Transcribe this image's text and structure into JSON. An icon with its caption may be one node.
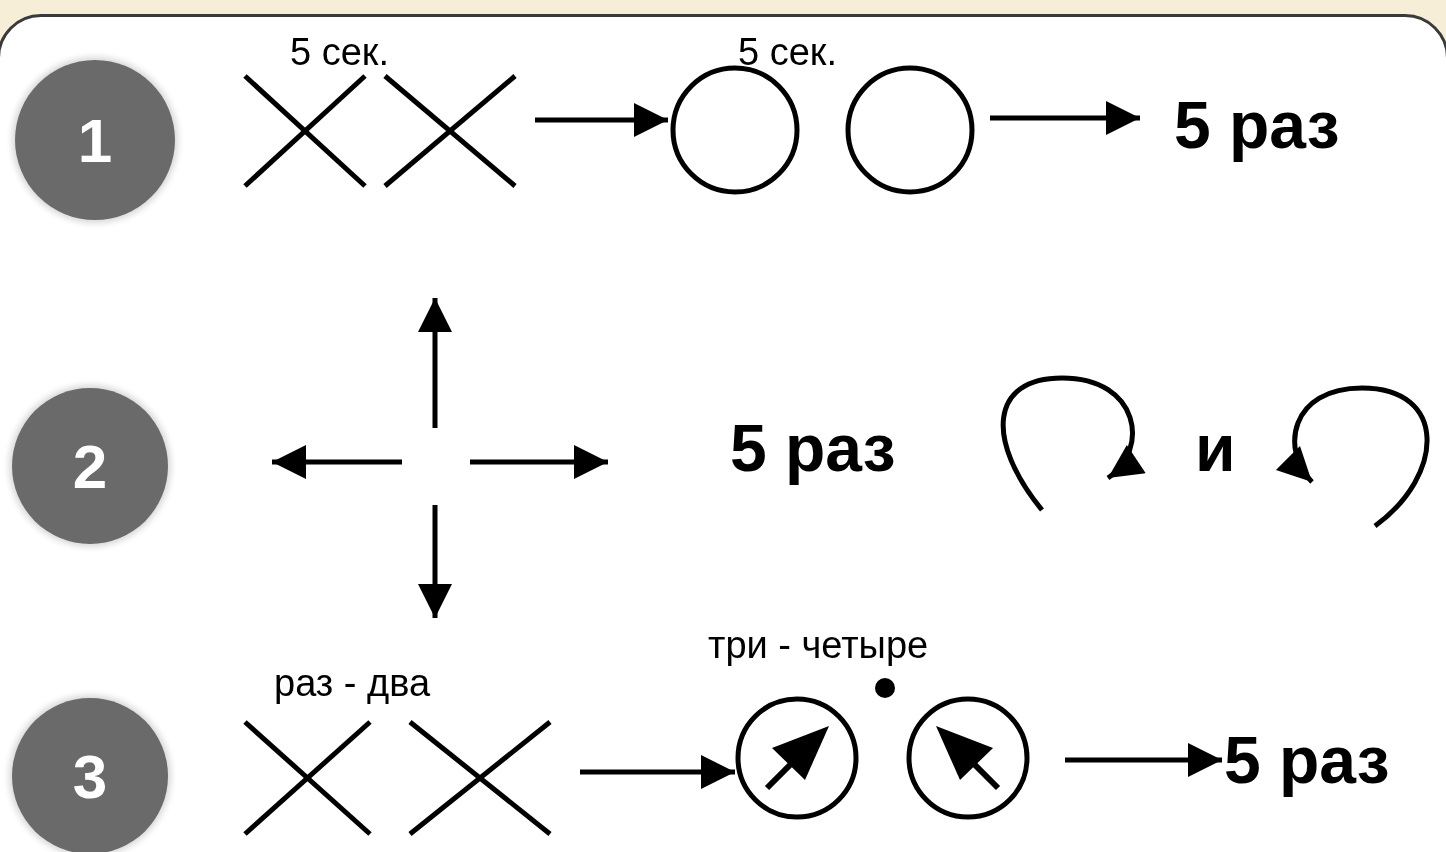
{
  "diagram": {
    "nodes": [
      {
        "text": [
          "1"
        ]
      },
      {
        "text": [],
        "shape": "cross",
        "beside": [
          "5 сек."
        ]
      },
      {
        "text": [],
        "shape": "circle",
        "beside": [
          "5 сек."
        ]
      },
      {
        "text": [
          "5 раз"
        ]
      },
      {
        "text": [
          "2"
        ]
      },
      {
        "text": [
          "3"
        ]
      },
      {
        "text": [],
        "shape": "cross",
        "beside": [
          "раз - два"
        ]
      },
      {
        "text": [],
        "shape": "circle",
        "beside": [
          "три - четыре"
        ]
      },
      {
        "text": [
          "5 раз"
        ]
      }
    ],
    "edges": [
      {
        "from": 1,
        "to": 2,
        "arrow": "to"
      },
      {
        "from": 2,
        "to": 3,
        "arrow": "to"
      },
      {
        "from": 6,
        "to": 7,
        "arrow": "to"
      },
      {
        "from": 7,
        "to": 8,
        "arrow": "to"
      }
    ],
    "labels": [
      "5 раз",
      "и"
    ]
  }
}
